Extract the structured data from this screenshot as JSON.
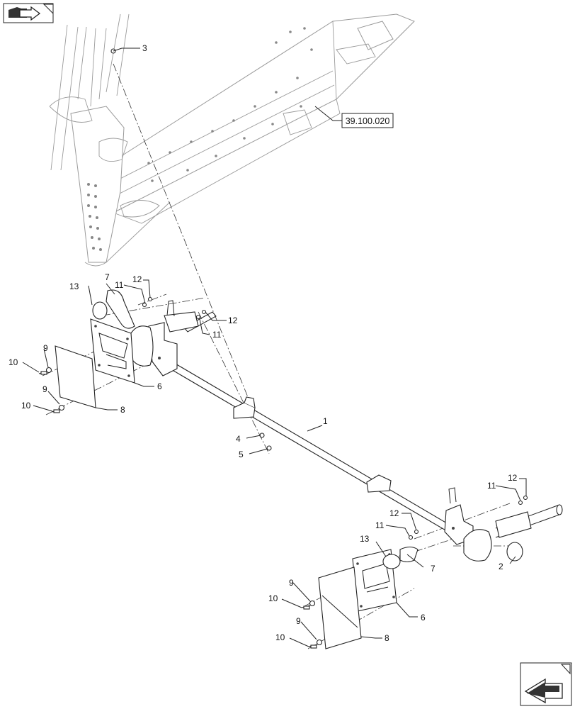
{
  "nav": {
    "prev_icon": "folder-back-arrow-icon",
    "next_icon": "page-forward-arrow-icon"
  },
  "reference": {
    "label": "39.100.020"
  },
  "callouts": {
    "c1": "1",
    "c2": "2",
    "c3": "3",
    "c4": "4",
    "c5": "5",
    "c6a": "6",
    "c6b": "6",
    "c7a": "7",
    "c7b": "7",
    "c8a": "8",
    "c8b": "8",
    "c9a": "9",
    "c9b": "9",
    "c9c": "9",
    "c9d": "9",
    "c10a": "10",
    "c10b": "10",
    "c10c": "10",
    "c10d": "10",
    "c11a": "11",
    "c11b": "11",
    "c11c": "11",
    "c11d": "11",
    "c12a": "12",
    "c12b": "12",
    "c12c": "12",
    "c12d": "12",
    "c13a": "13",
    "c13b": "13"
  },
  "colors": {
    "ink": "#222222",
    "light_ink": "#9a9a9a",
    "background": "#ffffff"
  }
}
